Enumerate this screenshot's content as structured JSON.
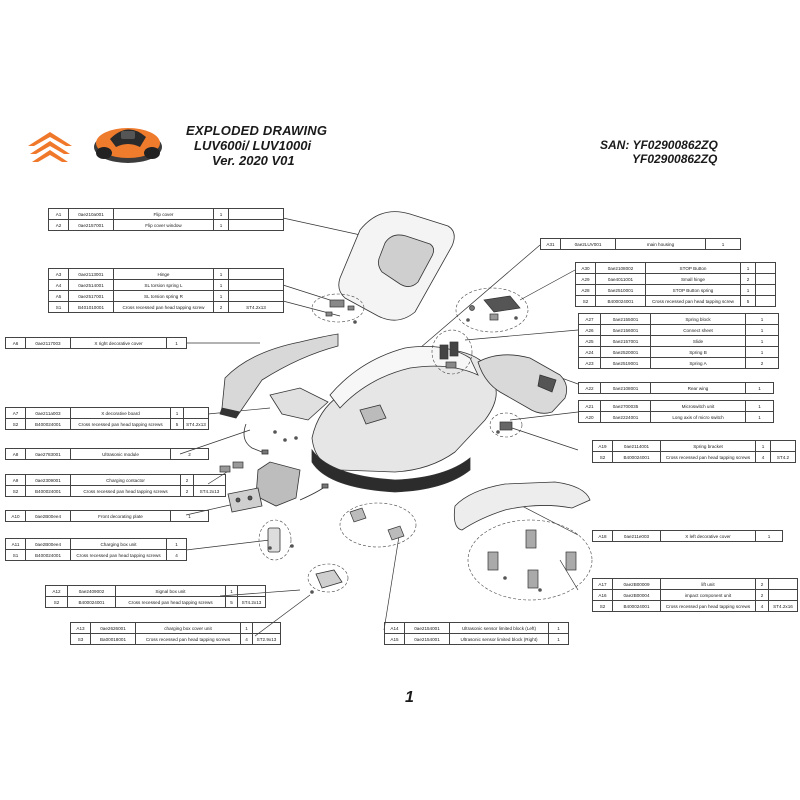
{
  "header": {
    "title": "EXPLODED DRAWING",
    "model": "LUV600i/ LUV1000i",
    "version": "Ver. 2020 V01",
    "san_line1": "SAN: YF02900862ZQ",
    "san_line2": "YF02900862ZQ"
  },
  "page_number": "1",
  "brand_colors": {
    "accent": "#f0782a",
    "body": "#ef7b2d"
  },
  "parts_tables": [
    {
      "rows": [
        [
          "A1",
          "0ae210a001",
          "Flip cover",
          "1",
          ""
        ],
        [
          "A2",
          "0ae2157001",
          "Flip cover window",
          "1",
          ""
        ]
      ]
    },
    {
      "rows": [
        [
          "A31",
          "0ae2LUV001",
          "main housing",
          "1"
        ]
      ]
    },
    {
      "rows": [
        [
          "A30",
          "0ae2108002",
          "STOP Button",
          "1",
          ""
        ],
        [
          "A29",
          "0ae4011001",
          "Small hinge",
          "2",
          ""
        ],
        [
          "A28",
          "0ae2510001",
          "STOP Button spring",
          "1",
          ""
        ],
        [
          "S2",
          "B400024001",
          "Cross recessed pan head tapping screw",
          "5",
          ""
        ]
      ]
    },
    {
      "rows": [
        [
          "A3",
          "0ae2113001",
          "Hinge",
          "1",
          ""
        ],
        [
          "A4",
          "0ae2514001",
          "SL torsion spring L",
          "1",
          ""
        ],
        [
          "A5",
          "0ae2517001",
          "SL torsion spring R",
          "1",
          ""
        ],
        [
          "S1",
          "B401010001",
          "Cross recessed pan head tapping screw",
          "2",
          "ST4.2x13"
        ]
      ]
    },
    {
      "rows": [
        [
          "A27",
          "0ae2155001",
          "Spring block",
          "1"
        ],
        [
          "A26",
          "0ae2156001",
          "Connect sheet",
          "1"
        ],
        [
          "A25",
          "0ae2157001",
          "Slide",
          "1"
        ],
        [
          "A24",
          "0ae2520001",
          "Spring B",
          "1"
        ],
        [
          "A23",
          "0ae2519001",
          "Spring A",
          "2"
        ]
      ]
    },
    {
      "rows": [
        [
          "A6",
          "0ae2117003",
          "X right decorative cover",
          "1"
        ]
      ]
    },
    {
      "rows": [
        [
          "A22",
          "0ae2108001",
          "Rear wing",
          "1"
        ]
      ]
    },
    {
      "rows": [
        [
          "A21",
          "0ae2700035",
          "Microswitch unit",
          "1"
        ],
        [
          "A20",
          "0ae2224001",
          "Long axis of micro switch",
          "1"
        ]
      ]
    },
    {
      "rows": [
        [
          "A7",
          "0ae211a003",
          "X decorative board",
          "1",
          ""
        ],
        [
          "S2",
          "B400024001",
          "Cross recessed pan head tapping screws",
          "5",
          "ST4.2x13"
        ]
      ]
    },
    {
      "rows": [
        [
          "A8",
          "0ae2783001",
          "Ultrasonic module",
          "2"
        ]
      ]
    },
    {
      "rows": [
        [
          "A19",
          "0ae2114001",
          "Spring bracket",
          "1",
          ""
        ],
        [
          "S2",
          "B400024001",
          "Cross recessed pan head tapping screws",
          "4",
          "ST4.2"
        ]
      ]
    },
    {
      "rows": [
        [
          "A9",
          "0ae2309001",
          "Charging contactor",
          "2",
          ""
        ],
        [
          "S2",
          "B400024001",
          "Cross recessed pan head tapping screws",
          "2",
          "ST4.2x13"
        ]
      ]
    },
    {
      "rows": [
        [
          "A10",
          "0ae2B00ee4",
          "Front decorating plate",
          "1"
        ]
      ]
    },
    {
      "rows": [
        [
          "A18",
          "0ae211e003",
          "X left decorative cover",
          "1"
        ]
      ]
    },
    {
      "rows": [
        [
          "A11",
          "0ae2B00ee4",
          "Charging box unit",
          "1"
        ],
        [
          "S1",
          "B400024001",
          "Cross recessed pan head tapping screws",
          "4"
        ]
      ]
    },
    {
      "rows": [
        [
          "A17",
          "0ae2B00009",
          "lift unit",
          "2",
          ""
        ],
        [
          "A16",
          "0ae2B00004",
          "impact component unit",
          "2",
          ""
        ],
        [
          "S2",
          "B400024001",
          "Cross recessed pan head tapping screws",
          "4",
          "ST4.2x16"
        ]
      ]
    },
    {
      "rows": [
        [
          "A12",
          "0ae2409002",
          "Signal box unit",
          "1",
          ""
        ],
        [
          "S2",
          "B400024001",
          "Cross recessed pan head tapping screws",
          "5",
          "ST4.2x13"
        ]
      ]
    },
    {
      "rows": [
        [
          "A13",
          "0ae2626001",
          "charging box cover unit",
          "1",
          ""
        ],
        [
          "S3",
          "Ba00018001",
          "Cross recessed pan head tapping screws",
          "4",
          "ST2.9x13"
        ]
      ]
    },
    {
      "rows": [
        [
          "A14",
          "0ae2154001",
          "Ultrasonic sensor limited block (Left)",
          "1"
        ],
        [
          "A15",
          "0ae2154001",
          "Ultrasonic sensor limited block (Right)",
          "1"
        ]
      ]
    }
  ]
}
